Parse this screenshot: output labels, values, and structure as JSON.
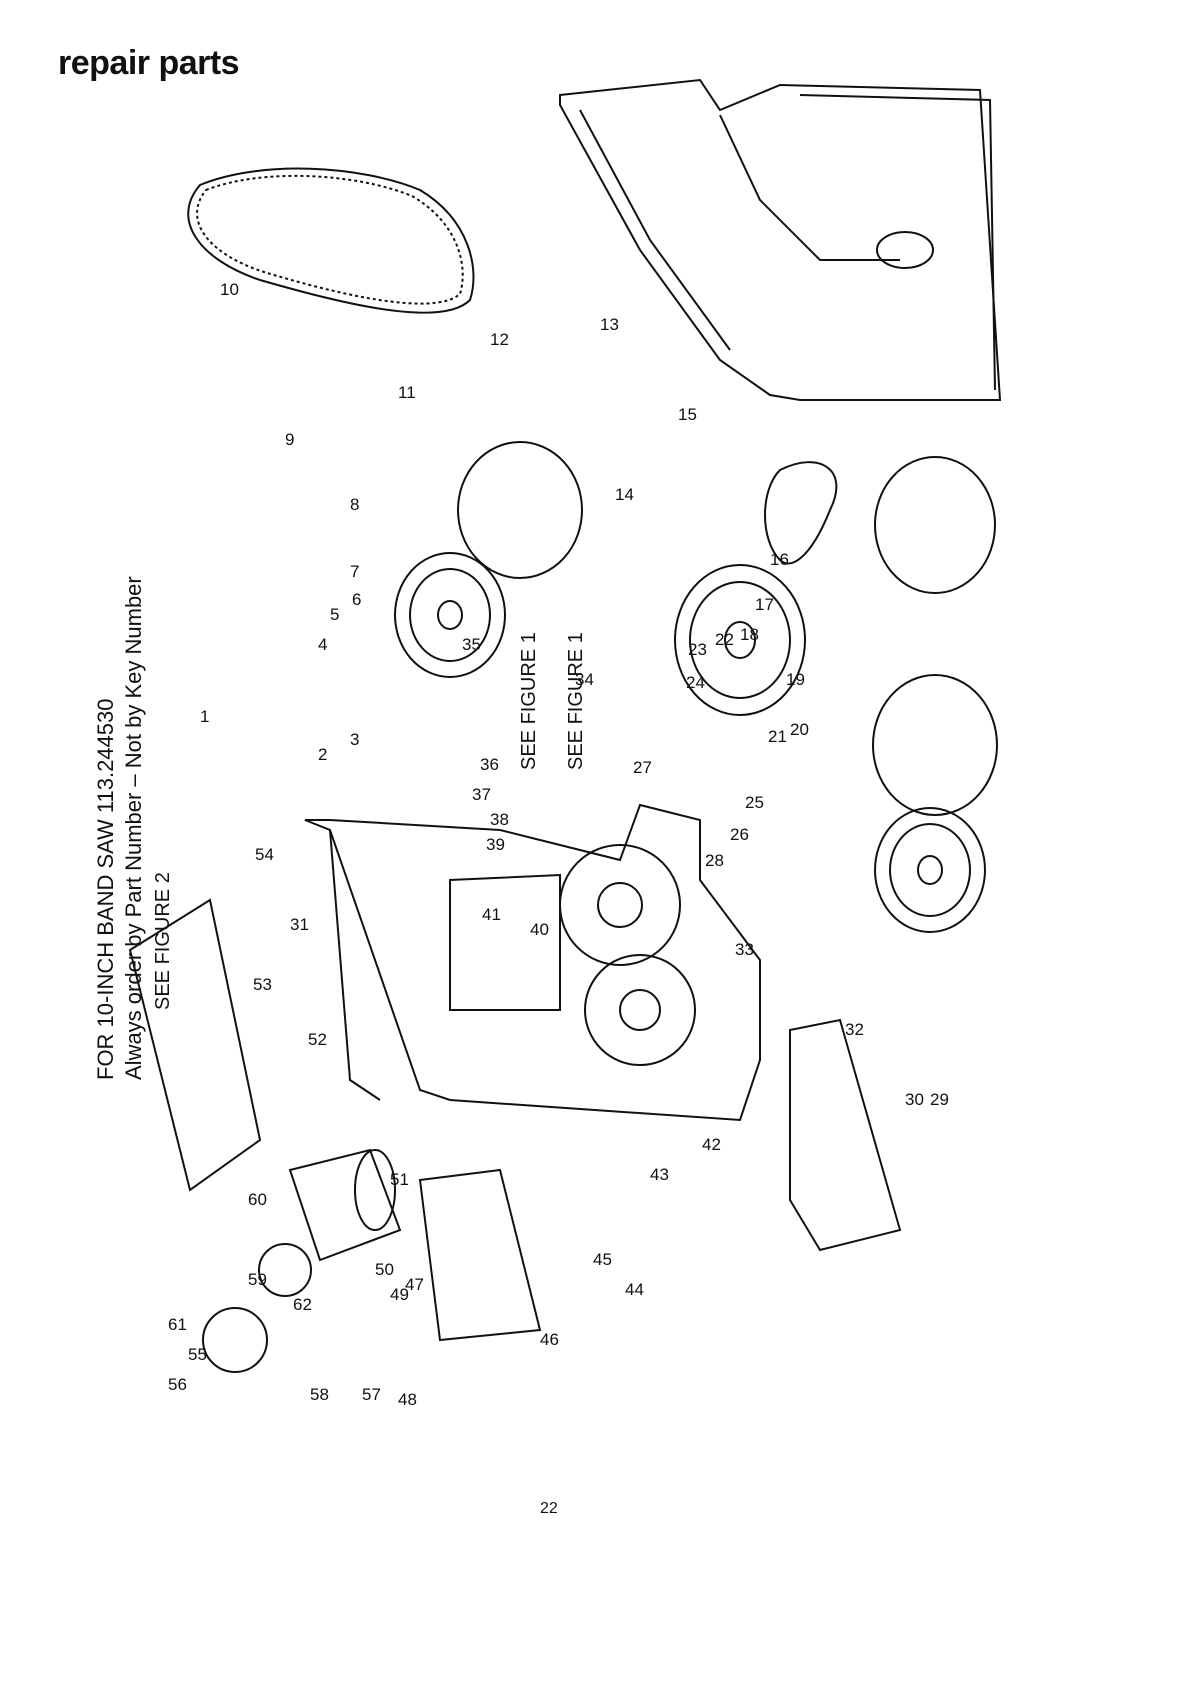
{
  "header": {
    "title": "repair parts",
    "line1": "FOR 10-INCH BAND SAW 113.244530",
    "line2": "Always order by Part Number – Not by Key Number"
  },
  "references": {
    "figure2": "SEE FIGURE 2",
    "figure1_a": "SEE FIGURE 1",
    "figure1_b": "SEE FIGURE 1"
  },
  "footer": {
    "page_number": "22"
  },
  "callouts": [
    "1",
    "2",
    "3",
    "4",
    "5",
    "6",
    "7",
    "8",
    "9",
    "10",
    "11",
    "12",
    "13",
    "14",
    "15",
    "16",
    "17",
    "18",
    "19",
    "20",
    "21",
    "22",
    "23",
    "24",
    "25",
    "26",
    "27",
    "28",
    "29",
    "30",
    "31",
    "32",
    "33",
    "34",
    "35",
    "36",
    "37",
    "38",
    "39",
    "40",
    "41",
    "42",
    "43",
    "44",
    "45",
    "46",
    "47",
    "48",
    "49",
    "50",
    "51",
    "52",
    "53",
    "54",
    "55",
    "56",
    "57",
    "58",
    "59",
    "60",
    "61",
    "62"
  ]
}
